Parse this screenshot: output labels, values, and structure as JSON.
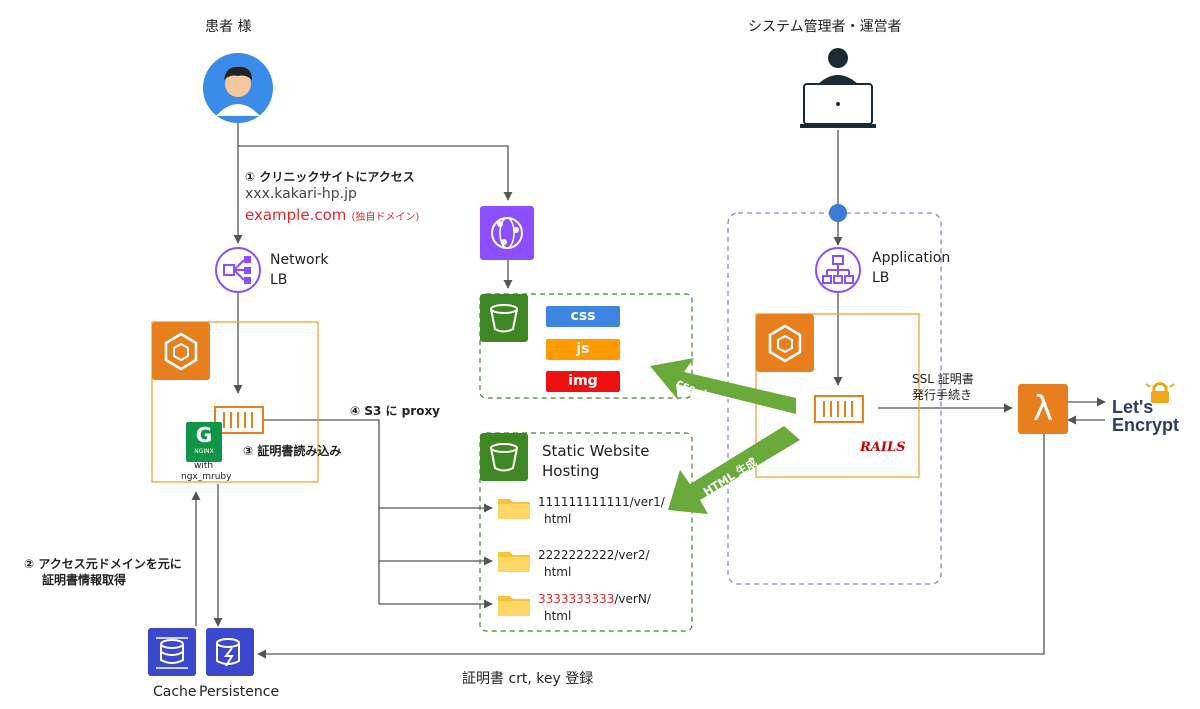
{
  "actors": {
    "patient": "患者 様",
    "admin": "システム管理者・運営者"
  },
  "access": {
    "step": "① クリニックサイトにアクセス",
    "domain": "xxx.kakari-hp.jp",
    "custom_domain": "example.com",
    "custom_domain_note": "(独自ドメイン)"
  },
  "nlb": {
    "line1": "Network",
    "line2": "LB"
  },
  "alb": {
    "line1": "Application",
    "line2": "LB"
  },
  "nginx": {
    "logo_text": "NGINX",
    "with": "with",
    "module": "ngx_mruby"
  },
  "steps": {
    "cert_load": "③ 証明書読み込み",
    "proxy": "④ S3 に proxy",
    "cert_fetch_1": "② アクセス元ドメインを元に",
    "cert_fetch_2": "証明書情報取得"
  },
  "assets": {
    "css": "css",
    "js": "js",
    "img": "img"
  },
  "arrows": {
    "assets": "css, js, img",
    "html": "HTML 生成"
  },
  "static": {
    "line1": "Static Website",
    "line2": "Hosting"
  },
  "folders": [
    {
      "prefix": "111111111111",
      "suffix": "/ver1/",
      "sub": "html",
      "prefix_red": false
    },
    {
      "prefix": "2222222222",
      "suffix": "/ver2/",
      "sub": "html",
      "prefix_red": false
    },
    {
      "prefix": "3333333333",
      "suffix": "/verN/",
      "sub": "html",
      "prefix_red": true
    }
  ],
  "ssl": {
    "line1": "SSL 証明書",
    "line2": "発行手続き"
  },
  "rails": "RAILS",
  "letsencrypt": {
    "line1": "Let's",
    "line2": "Encrypt"
  },
  "register": "証明書 crt, key 登録",
  "cache": "Cache",
  "persistence": "Persistence",
  "colors": {
    "ecs_orange": "#e87f1f",
    "purple": "#8c4fff",
    "s3_green": "#3f8624",
    "arrow_green": "#6aaa3a",
    "css_blue": "#3d85e0",
    "js_orange": "#ff9a00",
    "img_red": "#ee1111",
    "db_blue": "#3b48cc"
  }
}
